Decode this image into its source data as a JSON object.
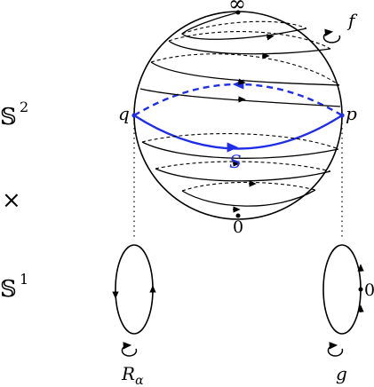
{
  "labels": {
    "infinity": "∞",
    "f": "f",
    "q": "q",
    "p": "p",
    "S": "S",
    "zero_sphere": "0",
    "sphere_factor": "𝕊",
    "sphere_exp": "2",
    "times": "×",
    "circle_factor": "𝕊",
    "circle_exp": "1",
    "zero_circle": "0",
    "R": "R",
    "alpha": "α",
    "g": "g"
  },
  "colors": {
    "ink": "#000000",
    "equator": "#1f2ee6"
  }
}
